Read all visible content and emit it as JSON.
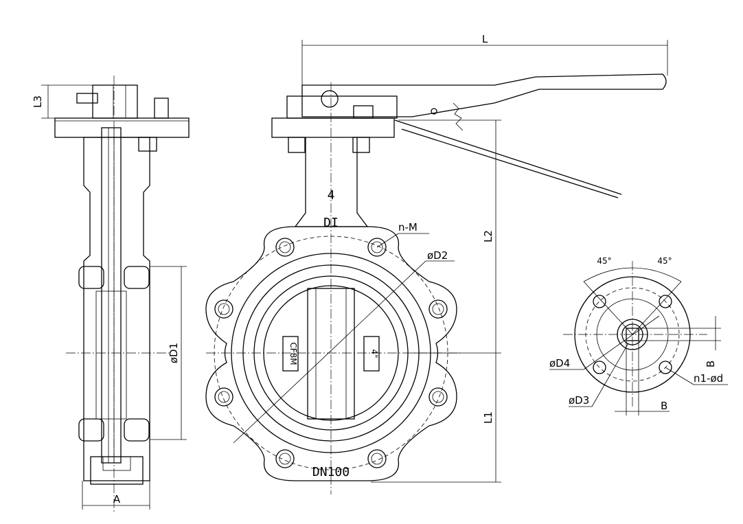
{
  "labels": {
    "L": "L",
    "L1": "L1",
    "L2": "L2",
    "L3": "L3",
    "D1": "øD1",
    "D2": "øD2",
    "D3": "øD3",
    "D4": "øD4",
    "nM": "n-M",
    "n1d": "n1-ød",
    "B1": "B",
    "B2": "B",
    "A": "A",
    "angle1": "45°",
    "angle2": "45°",
    "size_mark": "4",
    "material_mark": "DI",
    "body_dn": "DN100",
    "disc_material": "CF8M",
    "disc_size": "4\""
  }
}
